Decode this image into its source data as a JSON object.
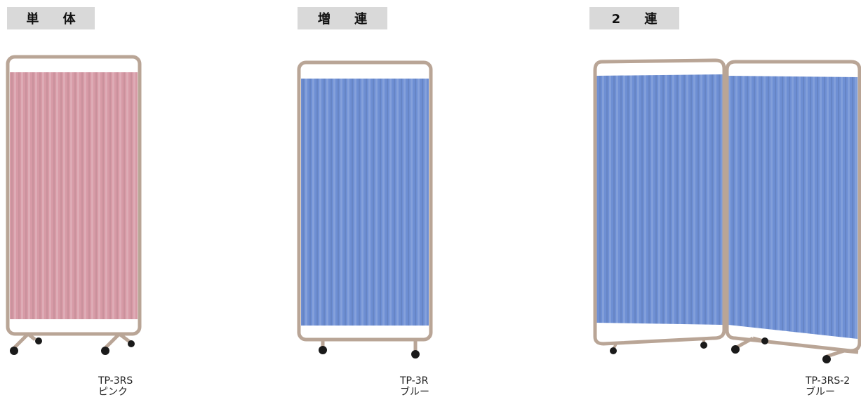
{
  "sections": [
    {
      "label": "単 体",
      "model": "TP-3RS",
      "color_name": "ピンク",
      "fabric_color": "#d79aa6"
    },
    {
      "label": "増 連",
      "model": "TP-3R",
      "color_name": "ブルー",
      "fabric_color": "#6e8fd4"
    },
    {
      "label": "2 連",
      "model": "TP-3RS-2",
      "color_name": "ブルー",
      "fabric_color": "#6e8fd4"
    }
  ],
  "frame_color": "#b9a596"
}
